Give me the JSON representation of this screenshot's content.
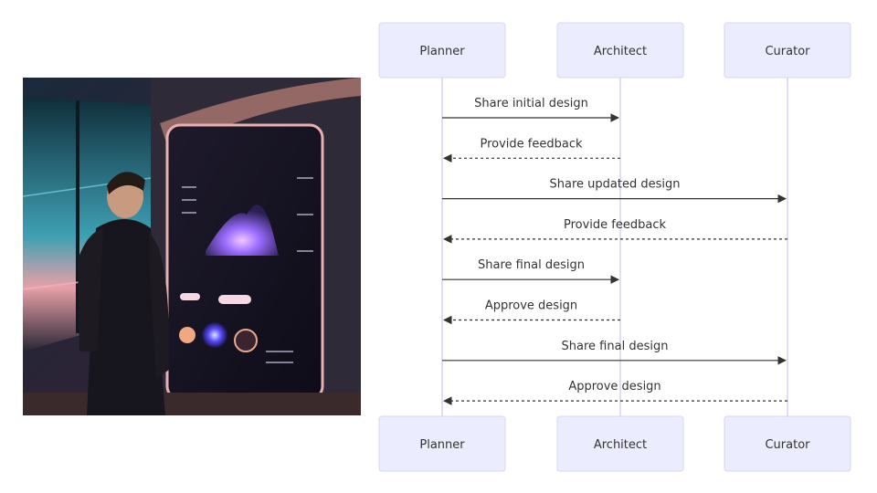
{
  "illustration": {
    "subject": "man-in-suit-viewing-futuristic-display",
    "icon": "illustration-image"
  },
  "sequence": {
    "participants": [
      "Planner",
      "Architect",
      "Curator"
    ],
    "messages": [
      {
        "from": 0,
        "to": 1,
        "label": "Share initial design",
        "style": "solid"
      },
      {
        "from": 1,
        "to": 0,
        "label": "Provide feedback",
        "style": "dotted"
      },
      {
        "from": 0,
        "to": 2,
        "label": "Share updated design",
        "style": "solid"
      },
      {
        "from": 2,
        "to": 0,
        "label": "Provide feedback",
        "style": "dotted"
      },
      {
        "from": 0,
        "to": 1,
        "label": "Share final design",
        "style": "solid"
      },
      {
        "from": 1,
        "to": 0,
        "label": "Approve design",
        "style": "dotted"
      },
      {
        "from": 0,
        "to": 2,
        "label": "Share final design",
        "style": "solid"
      },
      {
        "from": 2,
        "to": 0,
        "label": "Approve design",
        "style": "dotted"
      }
    ]
  },
  "colors": {
    "actor_fill": "#ECECFF",
    "lifeline": "#c9c9ee",
    "message": "#333333"
  }
}
